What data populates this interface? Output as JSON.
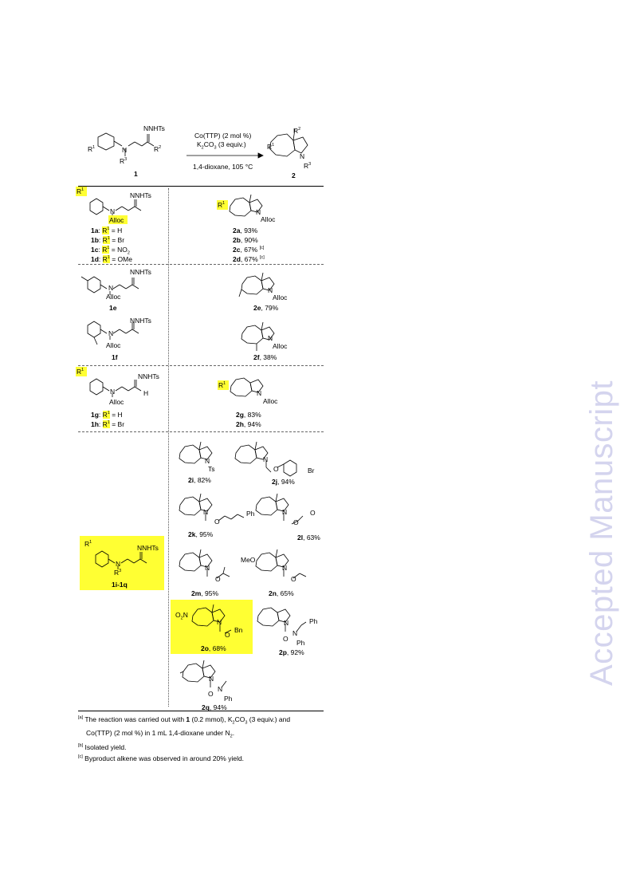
{
  "watermark": "Accepted Manuscript",
  "scheme": {
    "conditions_line1": "Co(TTP) (2 mol %)",
    "conditions_line2_pre": "K",
    "conditions_line2_sub": "2",
    "conditions_line2_post": "CO",
    "conditions_line2_sub2": "3",
    "conditions_line2_end": " (3 equiv.)",
    "conditions_line3": "1,4-dioxane, 105 °C",
    "reactant_label": "1",
    "product_label": "2",
    "r1": "R",
    "r1_sup": "1",
    "r2": "R",
    "r2_sup": "2",
    "r3": "R",
    "r3_sup": "3",
    "n": "N",
    "nnhts": "NNHTs"
  },
  "labels": {
    "nnhts": "NNHTs",
    "n": "N",
    "alloc": "Alloc",
    "ts": "Ts",
    "o": "O",
    "ph": "Ph",
    "br": "Br",
    "bn": "Bn",
    "meo": "MeO",
    "h": "H",
    "r": "R",
    "sup1": "1",
    "sup3": "3",
    "o2n": "O",
    "o2n_sub": "2",
    "o2n_end": "N"
  },
  "row1": {
    "sub_a_label": "1a",
    "sub_a_val": " = H",
    "sub_b_label": "1b",
    "sub_b_val": " = Br",
    "sub_c_label": "1c",
    "sub_c_val": " = NO",
    "sub_c_sub": "2",
    "sub_d_label": "1d",
    "sub_d_val": " = OMe",
    "prod_a_label": "2a",
    "prod_a_yield": ", 93%",
    "prod_b_label": "2b",
    "prod_b_yield": ", 90%",
    "prod_c_label": "2c",
    "prod_c_yield": ", 67% ",
    "prod_c_note": "[c]",
    "prod_d_label": "2d",
    "prod_d_yield": ", 67% ",
    "prod_d_note": "[c]"
  },
  "row2": {
    "sub_label": "1e",
    "prod_label": "2e",
    "prod_yield": ", 79%"
  },
  "row3": {
    "sub_label": "1f",
    "prod_label": "2f",
    "prod_yield": ", 38%"
  },
  "row4": {
    "sub_g_label": "1g",
    "sub_g_val": " = H",
    "sub_h_label": "1h",
    "sub_h_val": " = Br",
    "prod_g_label": "2g",
    "prod_g_yield": ", 83%",
    "prod_h_label": "2h",
    "prod_h_yield": ", 94%"
  },
  "row5": {
    "sub_label": "1i-1q",
    "products": [
      {
        "label": "2i",
        "yield": ", 82%"
      },
      {
        "label": "2j",
        "yield": ", 94%"
      },
      {
        "label": "2k",
        "yield": ", 95%"
      },
      {
        "label": "2l",
        "yield": ", 63%"
      },
      {
        "label": "2m",
        "yield": ", 95%"
      },
      {
        "label": "2n",
        "yield": ", 65%"
      },
      {
        "label": "2o",
        "yield": ", 68%"
      },
      {
        "label": "2p",
        "yield": ", 92%"
      },
      {
        "label": "2q",
        "yield": ", 94%"
      }
    ]
  },
  "footnotes": {
    "a_mark": "[a]",
    "a_text1": " The reaction was carried out with ",
    "a_bold": "1",
    "a_text2": " (0.2 mmol), K",
    "a_sub1": "2",
    "a_text3": "CO",
    "a_sub2": "3",
    "a_text4": " (3 equiv.) and",
    "a_line2": "Co(TTP) (2 mol %) in 1 mL 1,4-dioxane under N",
    "a_line2_sub": "2",
    "a_line2_end": ".",
    "b_mark": "[b]",
    "b_text": " Isolated yield.",
    "c_mark": "[c]",
    "c_text": " Byproduct alkene was observed in around 20% yield."
  }
}
